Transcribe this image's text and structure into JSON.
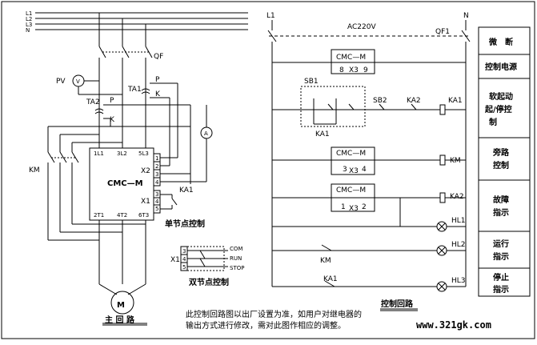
{
  "main_circuit": {
    "bus_labels": [
      "L1",
      "L2",
      "L3",
      "N"
    ],
    "qf": "QF",
    "pv": "PV",
    "pv_symbol": "V",
    "ta1": "TA1",
    "ta2": "TA2",
    "p": "P",
    "k": "K",
    "ammeter": "A",
    "km": "KM",
    "module": "CMC—M",
    "terminals_in": [
      "1L1",
      "3L2",
      "5L3"
    ],
    "terminals_out": [
      "2T1",
      "4T2",
      "6T3"
    ],
    "x2": "X2",
    "x1": "X1",
    "x2_pins": [
      "1",
      "2",
      "3",
      "4"
    ],
    "x1_pins": [
      "3",
      "4",
      "5"
    ],
    "ka1": "KA1",
    "single_contact_label": "单节点控制",
    "motor": "M",
    "caption": "主 回 路"
  },
  "double_contact": {
    "x1": "X1",
    "pins": [
      "3",
      "4",
      "5"
    ],
    "com": "COM",
    "run": "RUN",
    "stop": "STOP",
    "label": "双节点控制"
  },
  "control_circuit": {
    "l1": "L1",
    "n": "N",
    "supply": "AC220V",
    "qf1": "QF1",
    "module": "CMC—M",
    "x3": "X3",
    "pins_row1": [
      "8",
      "9"
    ],
    "pins_row3": [
      "3",
      "4"
    ],
    "pins_row4": [
      "1",
      "2"
    ],
    "sb1": "SB1",
    "sb2": "SB2",
    "ka1": "KA1",
    "ka2": "KA2",
    "km": "KM",
    "hl1": "HL1",
    "hl2": "HL2",
    "hl3": "HL3",
    "caption": "控制回路"
  },
  "legend_column": [
    "微　断",
    "控制电源",
    "软起动",
    "起/停控",
    "制",
    "旁路",
    "控制",
    "故障",
    "指示",
    "运行",
    "指示",
    "停止",
    "指示"
  ],
  "footnote": [
    "此控制回路图以出厂设置为准，如用户对继电器的",
    "输出方式进行修改，需对此图作相应的调整。"
  ],
  "watermark": "www.321gk.com"
}
